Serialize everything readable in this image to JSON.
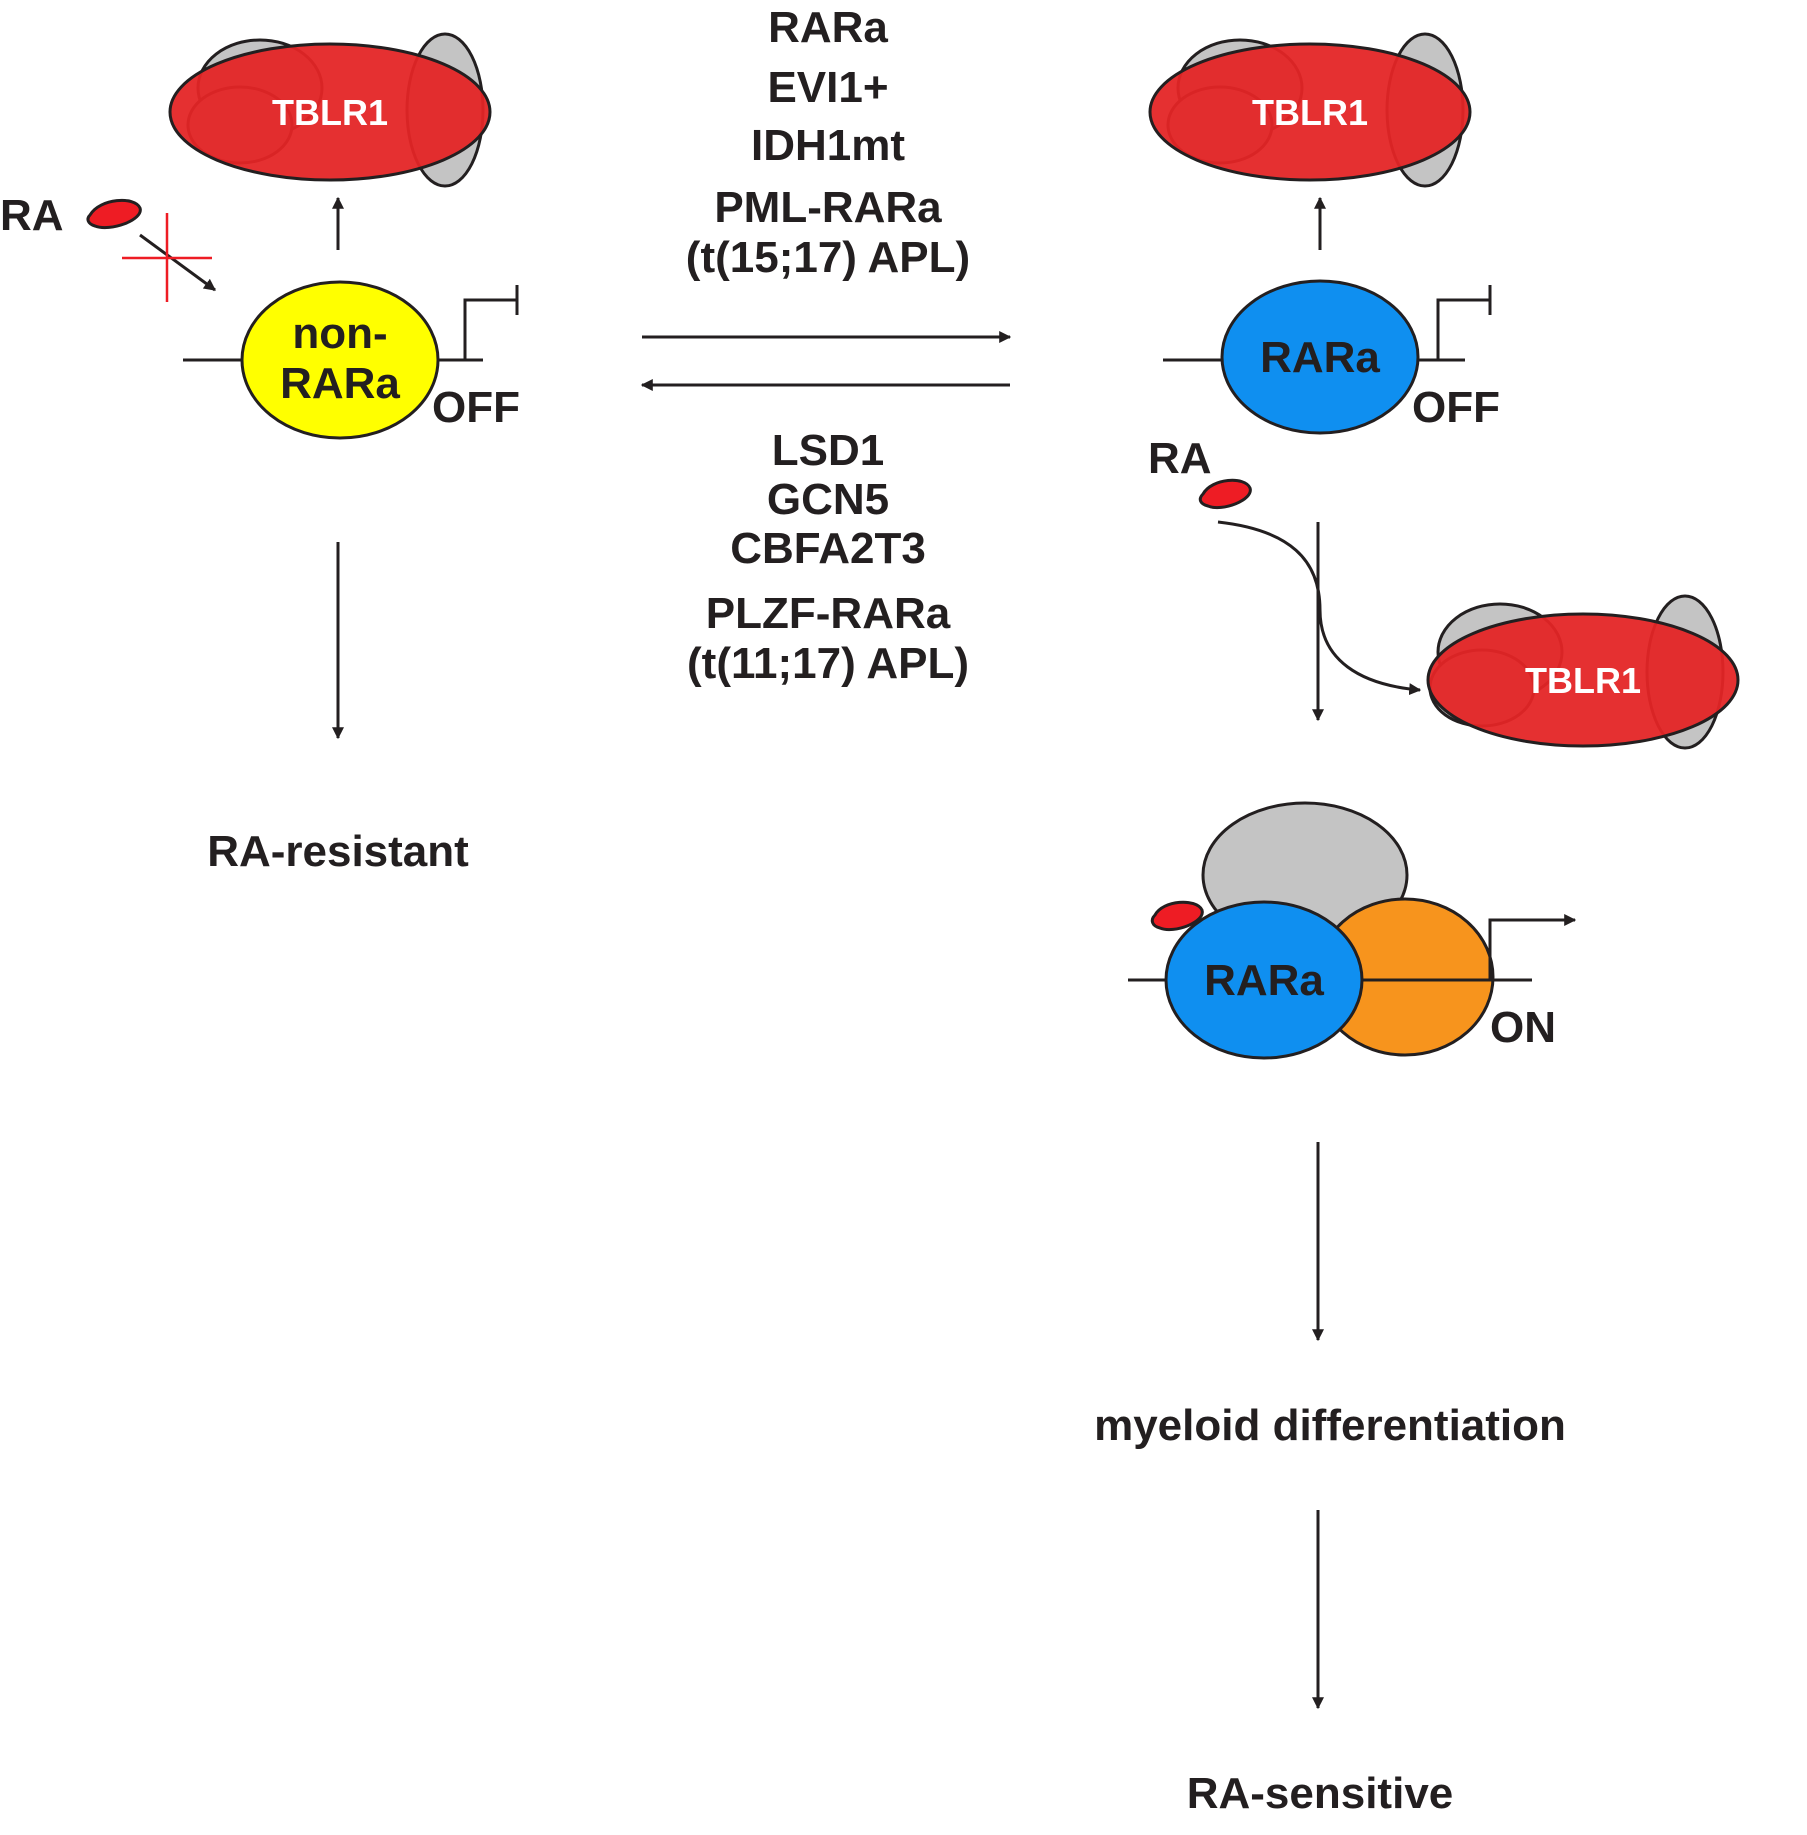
{
  "left_panel": {
    "ligand_label": "RA",
    "receptor_label_line1": "non-",
    "receptor_label_line2": "RARa",
    "promoter_state": "OFF",
    "corepressor_label": "TBLR1",
    "outcome": "RA-resistant"
  },
  "center": {
    "forward_factors": [
      "RARa",
      "EVI1+",
      "IDH1mt",
      "PML-RARa",
      "(t(15;17) APL)"
    ],
    "reverse_factors": [
      "LSD1",
      "GCN5",
      "CBFA2T3",
      "PLZF-RARa",
      "(t(11;17) APL)"
    ]
  },
  "right_panel": {
    "corepressor_label": "TBLR1",
    "receptor_label": "RARa",
    "promoter_state_off": "OFF",
    "ligand_label": "RA",
    "released_corepressor_label": "TBLR1",
    "active_receptor_label": "RARa",
    "promoter_state_on": "ON",
    "step_outcome": "myeloid differentiation",
    "final_outcome": "RA-sensitive"
  },
  "colors": {
    "tblr1_red": "#e42526",
    "complex_gray": "#c4c4c4",
    "non_rara_yellow": "#ffff00",
    "rara_blue": "#0f8ff0",
    "coactivator_orange": "#f7941d",
    "ligand_red": "#ee1c24",
    "line_dark": "#231f20"
  }
}
